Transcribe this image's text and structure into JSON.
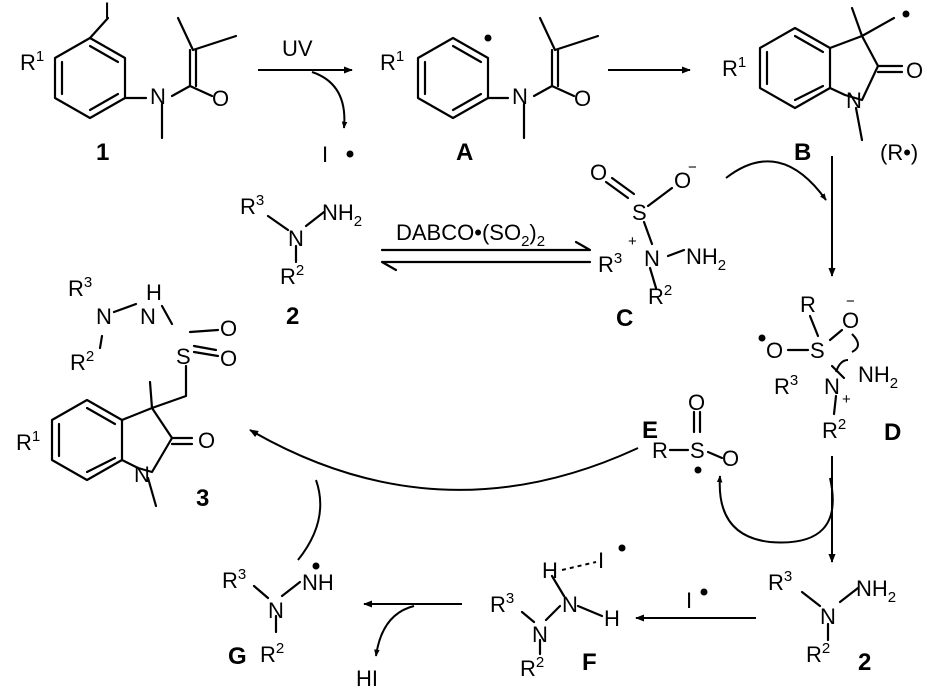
{
  "atoms": {
    "I": "I",
    "N": "N",
    "O": "O",
    "S": "S",
    "H": "H",
    "R": "R",
    "NH": "NH",
    "NH2": "NH",
    "two": "2",
    "one": "1",
    "three": "3",
    "plus": "+",
    "minus": "−",
    "dot": "•",
    "HI": "HI"
  },
  "reagents": {
    "uv": "UV",
    "iodine_radical": "I",
    "dabco_prefix": "DABCO•(SO",
    "dabco_sub": "2",
    "dabco_close": ")",
    "dabco_close_sub": "2",
    "r_radical": "(R•)"
  },
  "labels": {
    "c1": "1",
    "A": "A",
    "B": "B",
    "C": "C",
    "D": "D",
    "E": "E",
    "F": "F",
    "G": "G",
    "c2a": "2",
    "c2b": "2",
    "c3": "3"
  },
  "colors": {
    "ink": "#000000",
    "background": "#ffffff"
  }
}
